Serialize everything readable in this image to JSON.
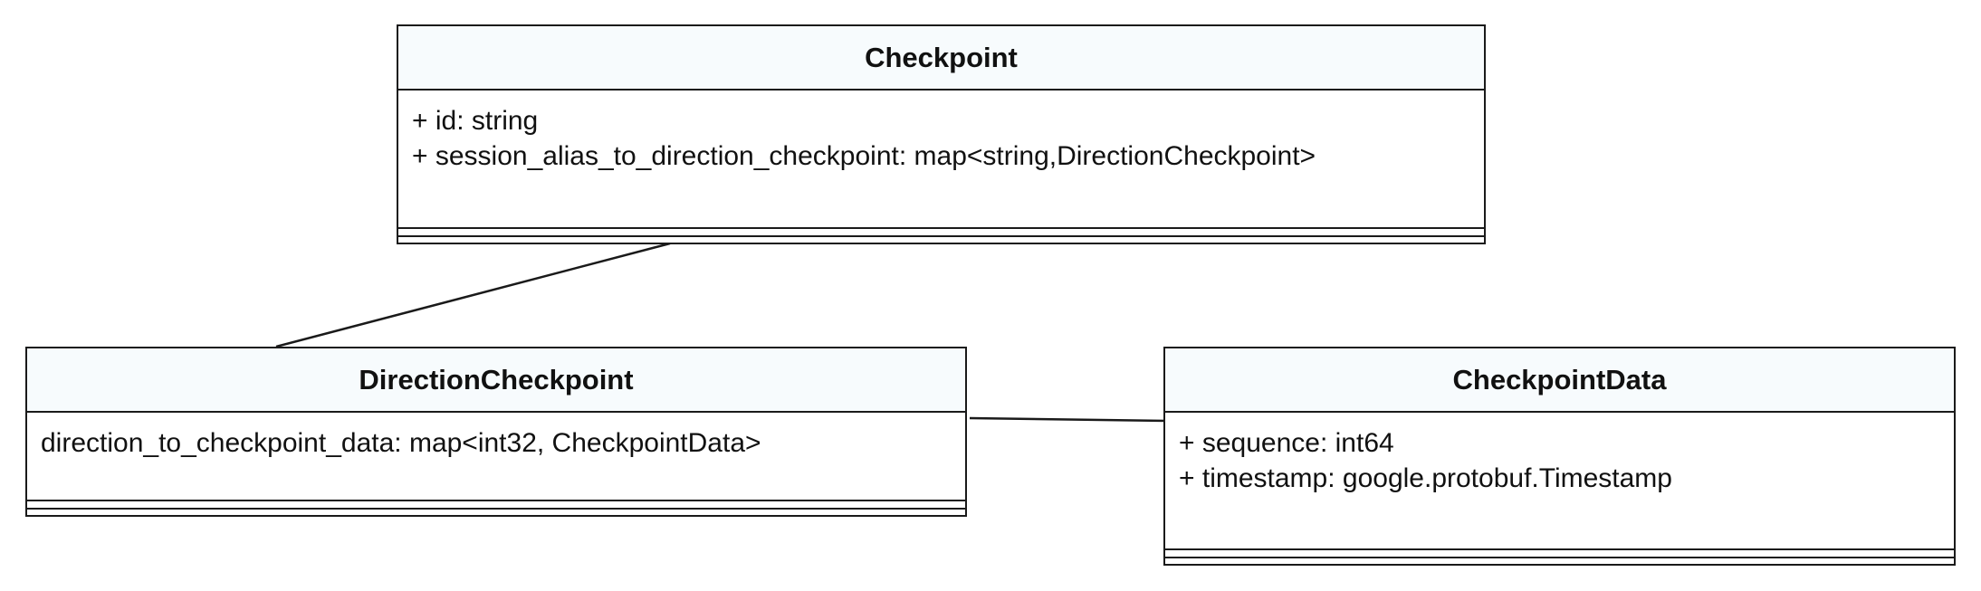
{
  "diagram": {
    "classes": [
      {
        "id": "checkpoint",
        "name": "Checkpoint",
        "attributes": [
          "+ id: string",
          "+ session_alias_to_direction_checkpoint: map<string,DirectionCheckpoint>"
        ]
      },
      {
        "id": "direction_checkpoint",
        "name": "DirectionCheckpoint",
        "attributes": [
          "direction_to_checkpoint_data: map<int32, CheckpointData>"
        ]
      },
      {
        "id": "checkpoint_data",
        "name": "CheckpointData",
        "attributes": [
          "+ sequence: int64",
          "+ timestamp: google.protobuf.Timestamp"
        ]
      }
    ],
    "associations": [
      {
        "from": "checkpoint",
        "to": "direction_checkpoint"
      },
      {
        "from": "direction_checkpoint",
        "to": "checkpoint_data"
      }
    ],
    "colors": {
      "header_fill": "#f7fbfd",
      "line": "#1a1a1a",
      "text": "#111111"
    }
  }
}
